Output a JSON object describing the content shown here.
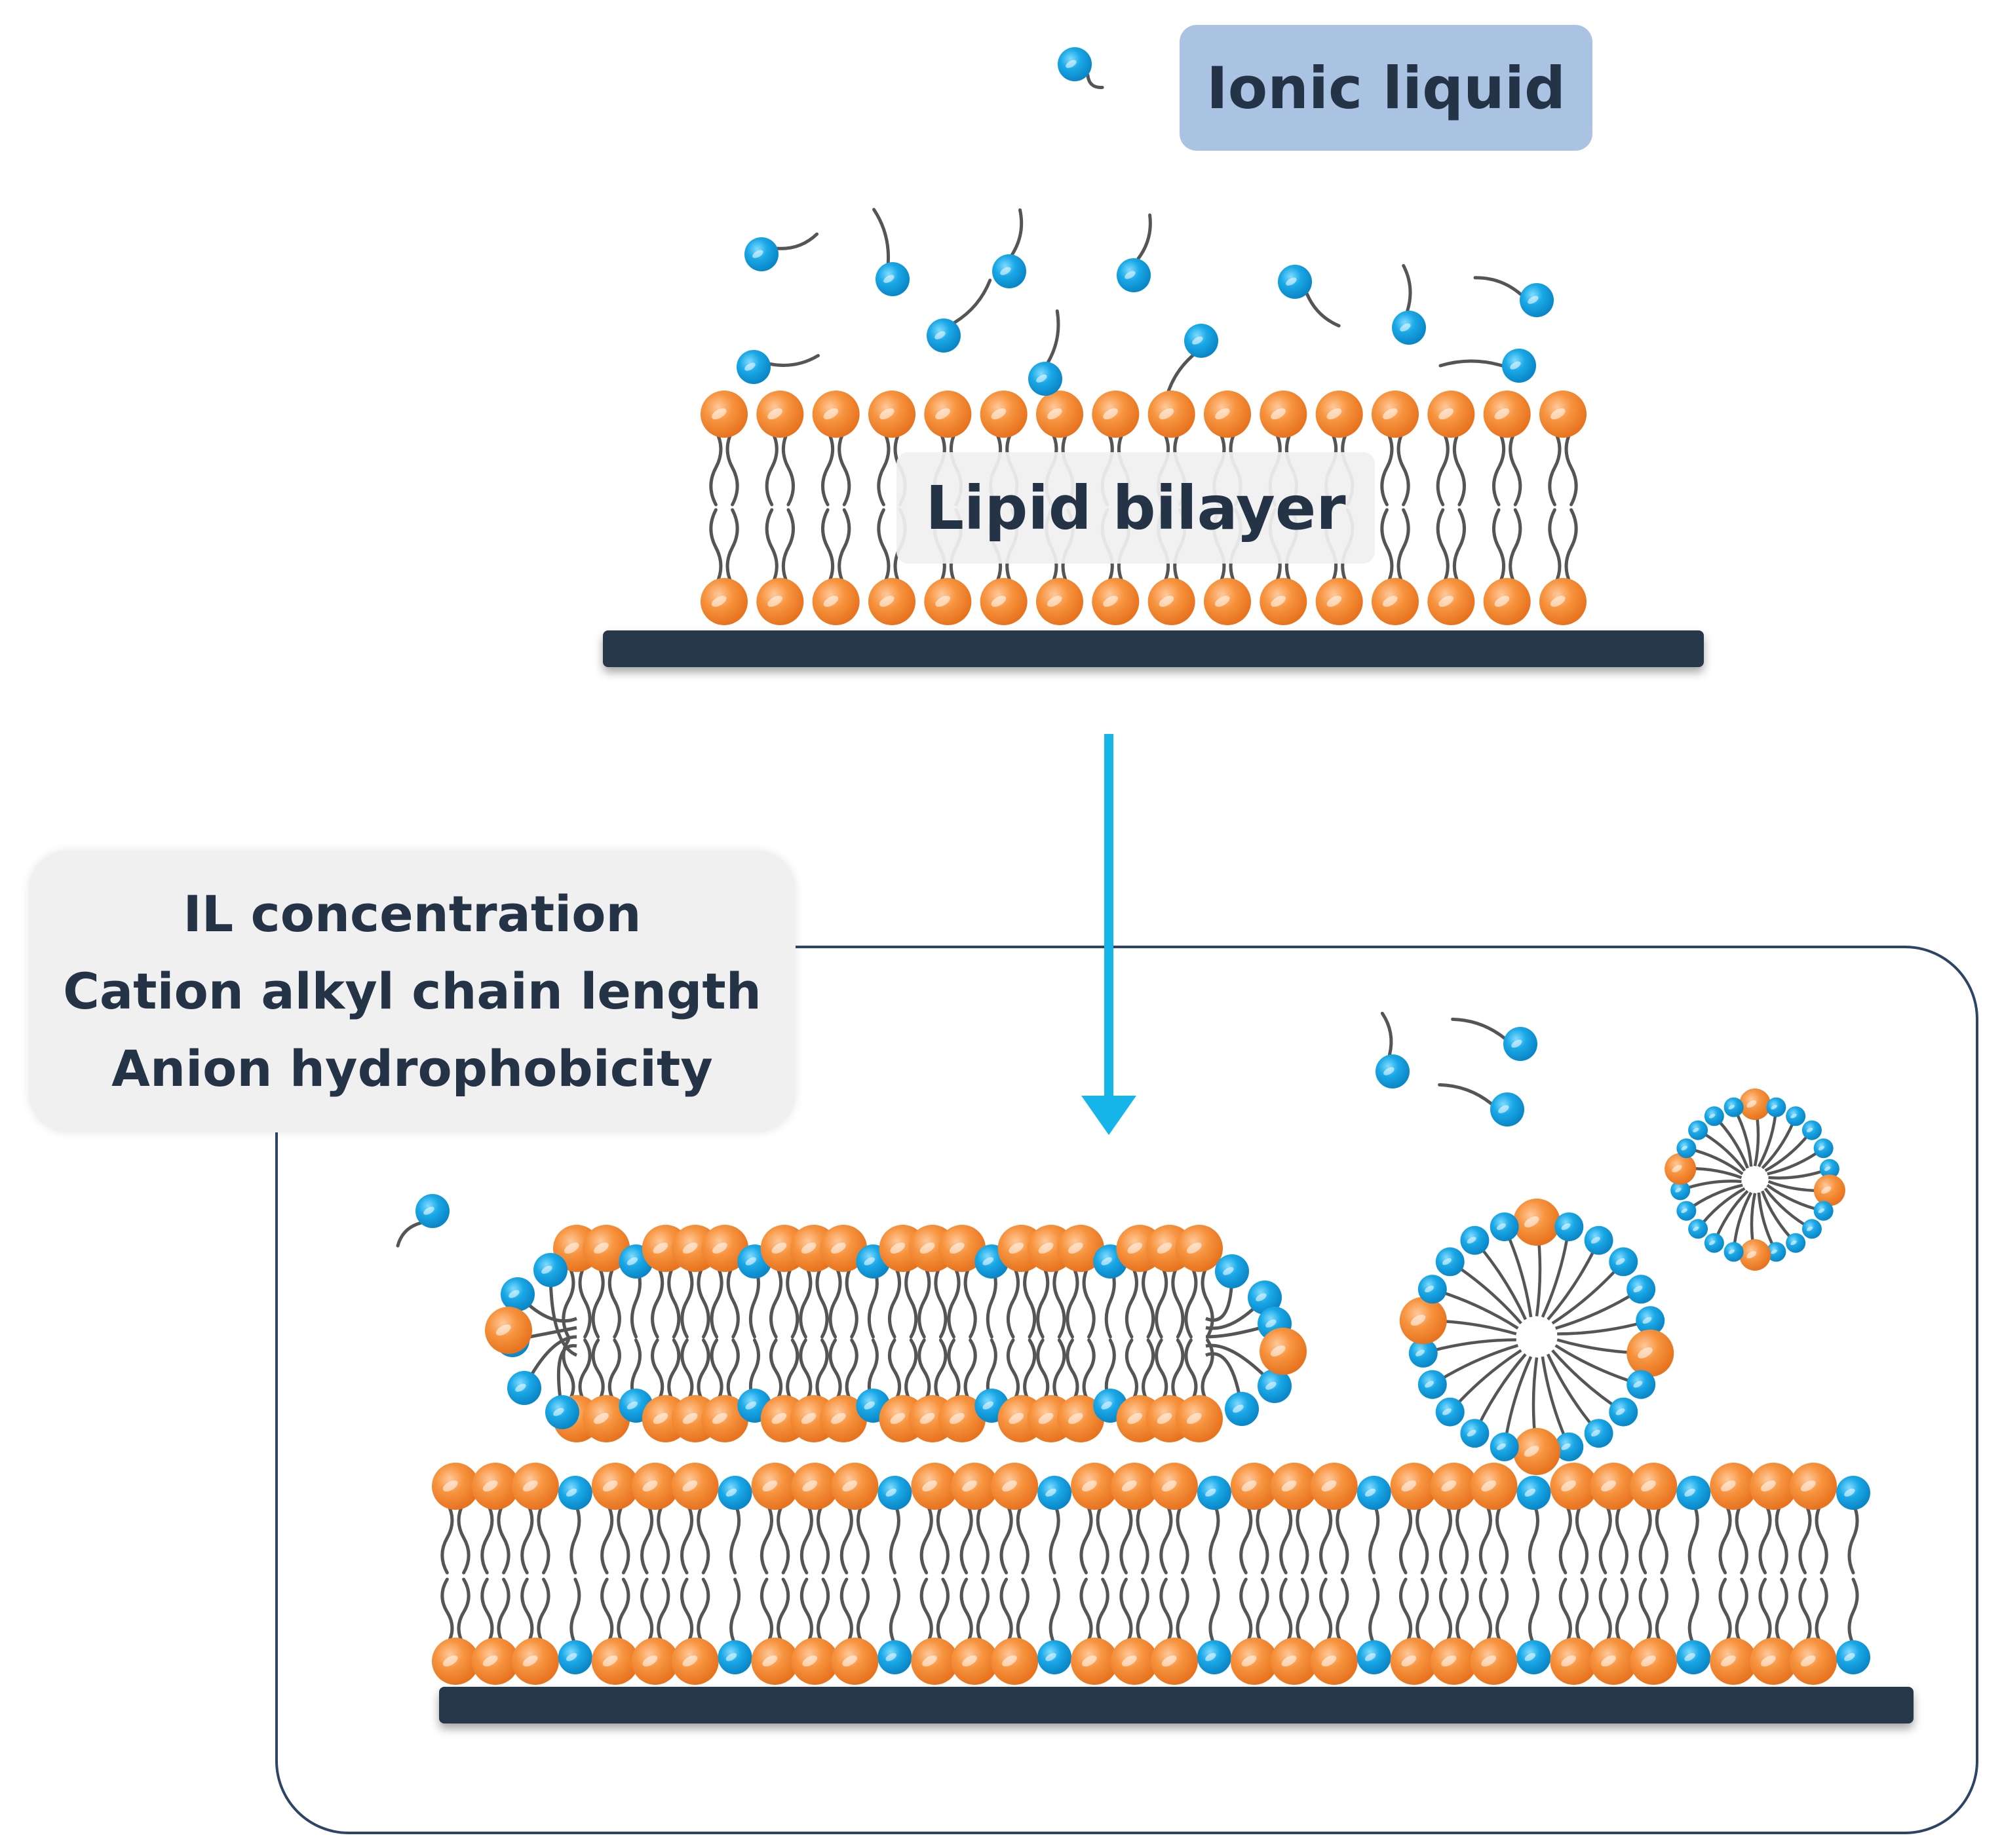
{
  "labels": {
    "ionic_liquid": "Ionic liquid",
    "lipid_bilayer": "Lipid bilayer",
    "factors": [
      "IL concentration",
      "Cation alkyl chain length",
      "Anion hydrophobicity"
    ]
  },
  "colors": {
    "lipid_head": "#f5913e",
    "il_head": "#1aa7e6",
    "tail": "#555555",
    "substrate": "#28374a",
    "arrow": "#15b5ea",
    "panel_border": "#2d4466",
    "ionic_liquid_badge": "#aac3e3",
    "text": "#243346"
  }
}
